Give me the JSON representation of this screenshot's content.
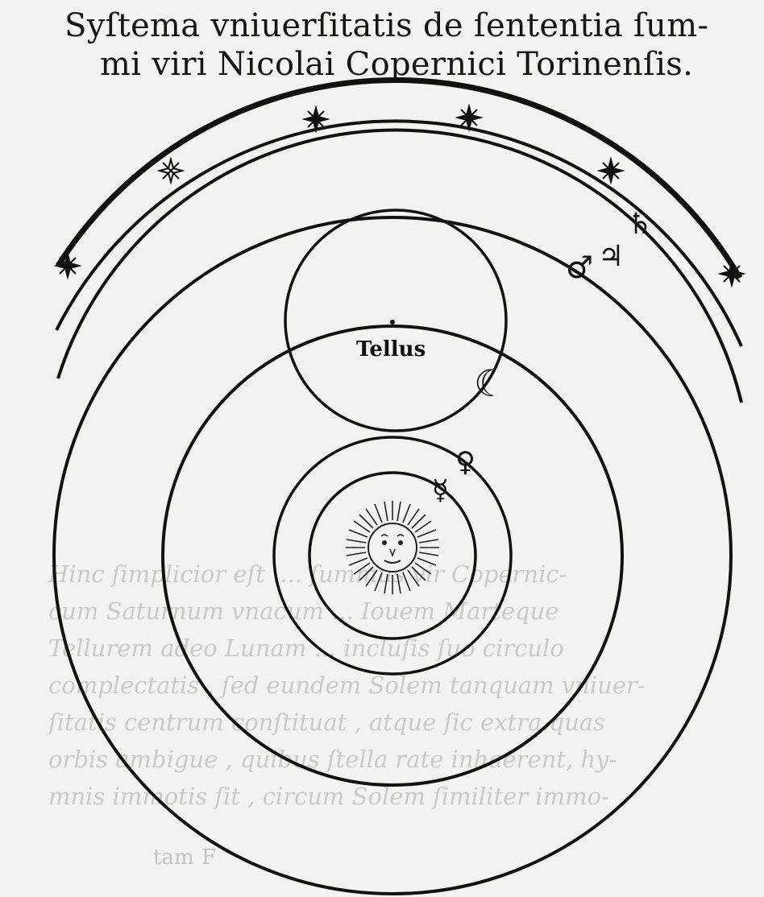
{
  "title": {
    "line1": "Syſtema vniuerſitatis de ſententia ſum-",
    "line2": "mi viri Nicolai Copernici Torinenſis."
  },
  "labels": {
    "earth": "Tellus"
  },
  "planet_symbols": {
    "saturn": "♄",
    "jupiter": "♃",
    "mars": "♂",
    "moon": "☾",
    "venus": "♀",
    "mercury": "☿"
  },
  "bleed_through": {
    "lines": [
      "Hinc ſimplicior eſt .... ſummus vir Copernic-",
      "cum Saturnum vnacum ... Iouem Marteque",
      "Tellurem adeo Lunam ... incluſis ſuo circulo",
      "complectatis , ſed eundem Solem tanquam vniuer-",
      "ſitatis centrum conſtituat , atque ſic extra quas",
      "orbis ambigue , quibus ſtella rate inhaerent, hy-",
      "mnis immotis ſit , circum Solem ſimiliter immo-"
    ],
    "signature_left": "tam",
    "signature_mid": "F"
  },
  "colors": {
    "ink": "#111111",
    "paper": "#f3f2ee",
    "bleed": "#c2c1bb"
  }
}
